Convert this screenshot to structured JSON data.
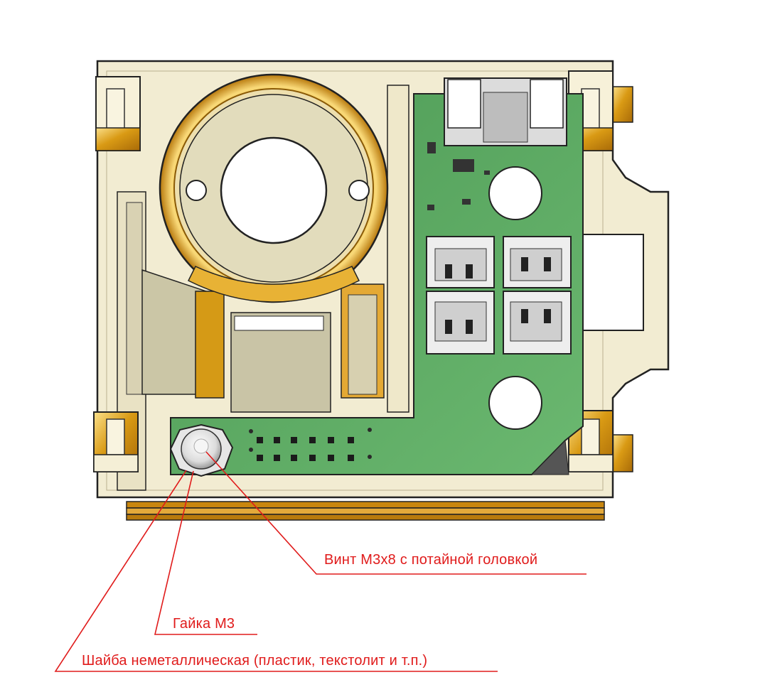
{
  "callouts": {
    "screw": "Винт М3х8 с потайной головкой",
    "nut": "Гайка М3",
    "washer": "Шайба неметаллическая (пластик, текстолит и т.п.)"
  },
  "colors": {
    "callout": "#e01b1b",
    "housing": "#f2ecd2",
    "gold": "#d59a16",
    "pcb": "#5aa860",
    "connector": "#eeeeee"
  }
}
